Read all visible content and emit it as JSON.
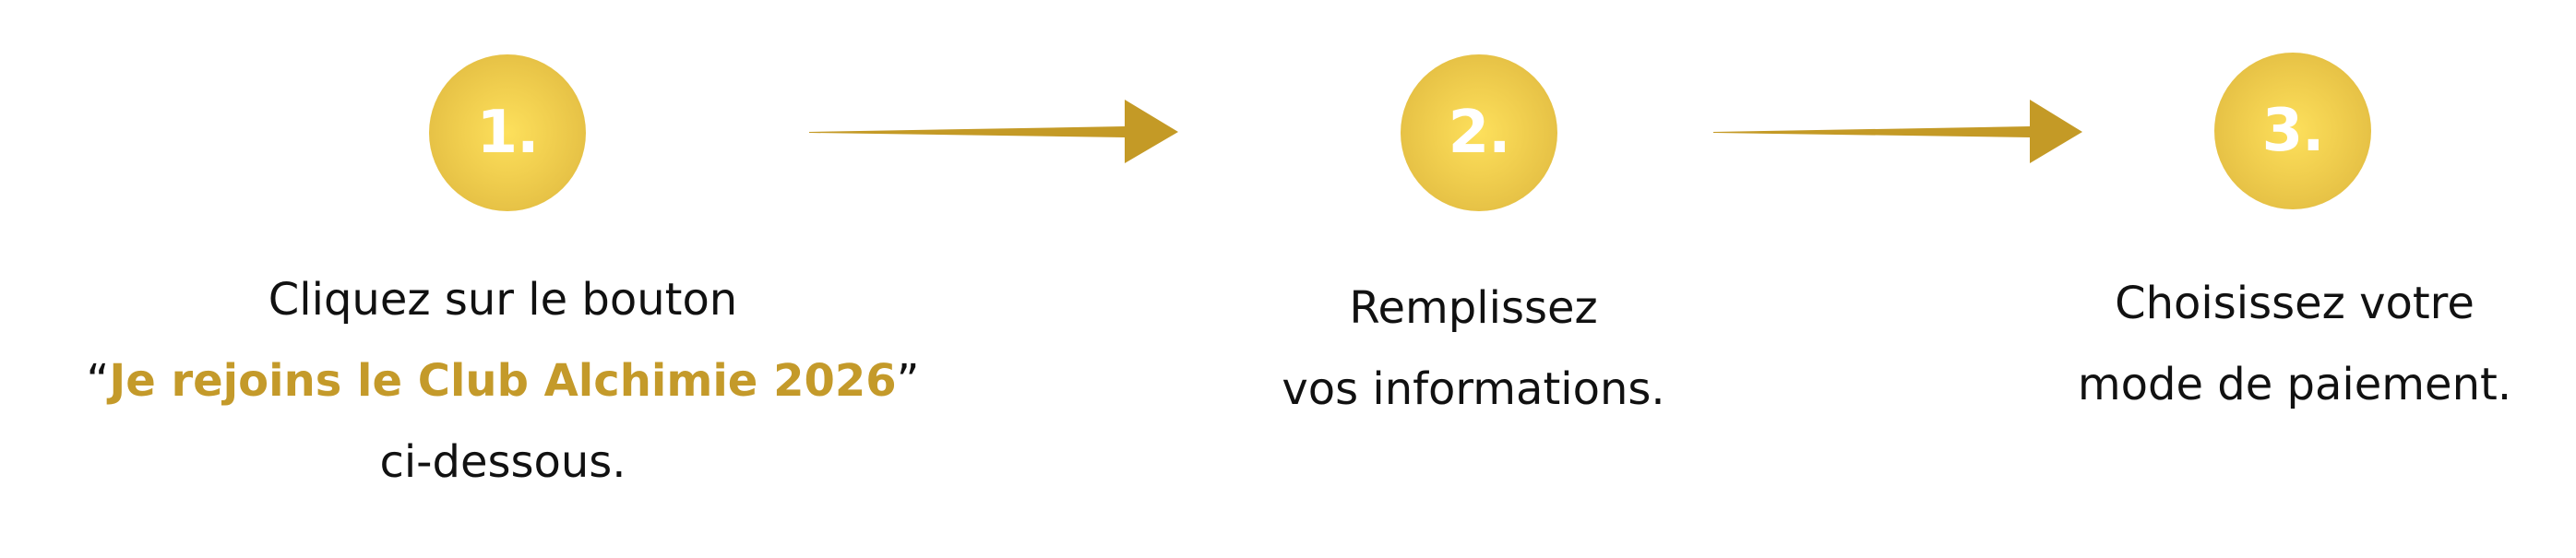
{
  "colors": {
    "gold": "#C49A2A",
    "circle_center": "#FDE05C",
    "circle_edge": "#DCB53D",
    "text": "#111111",
    "background": "#FFFFFF"
  },
  "steps": [
    {
      "number": "1.",
      "lines": {
        "line1": "Cliquez sur le bouton",
        "line2_open_quote": "“",
        "line2_highlight": "Je rejoins le Club Alchimie 2026",
        "line2_close_quote": "”",
        "line3": "ci-dessous."
      }
    },
    {
      "number": "2.",
      "lines": {
        "line1": "Remplissez",
        "line2": "vos informations."
      }
    },
    {
      "number": "3.",
      "lines": {
        "line1": "Choisissez votre",
        "line2": "mode de paiement."
      }
    }
  ],
  "arrows": [
    {
      "icon": "arrow-right-icon",
      "from_step": 1,
      "to_step": 2
    },
    {
      "icon": "arrow-right-icon",
      "from_step": 2,
      "to_step": 3
    }
  ]
}
